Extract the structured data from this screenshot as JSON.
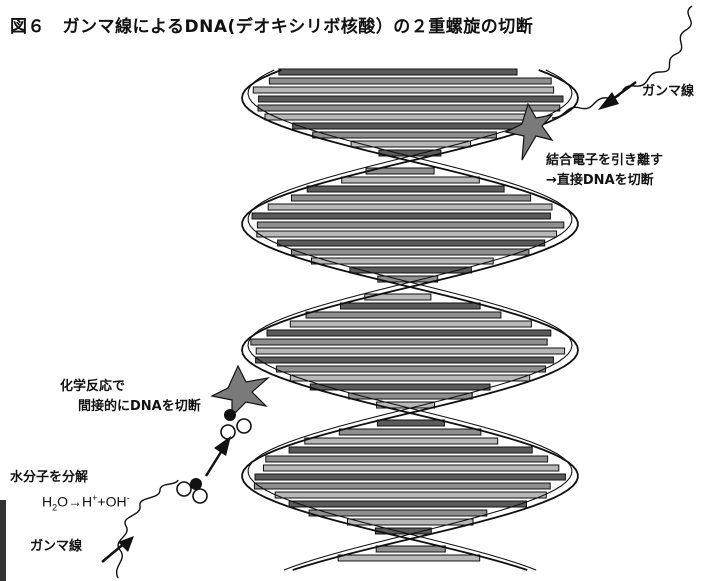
{
  "figure": {
    "title": "図６　ガンマ線によるDNA(デオキシリボ核酸）の２重螺旋の切断"
  },
  "labels": {
    "gamma_ray_top": "ガンマ線",
    "direct_line1": "結合電子を引き離す",
    "direct_line2": "→直接DNAを切断",
    "indirect_line1": "化学反応で",
    "indirect_line2": "間接的にDNAを切断",
    "water_line1": "水分子を分解",
    "water_formula": {
      "h2": "H",
      "sub2": "2",
      "o_arrow_h": "O→H",
      "plus": "+",
      "plus_oh": "+OH",
      "minus": "-"
    },
    "gamma_ray_bottom": "ガンマ線"
  },
  "colors": {
    "bar_dark": "#5a5a5a",
    "bar_mid": "#8f8f8f",
    "bar_light": "#b8b8b8",
    "star": "#7a7a7a",
    "stroke": "#111111"
  },
  "icons": [
    "wavy-gamma-ray-arrow",
    "impact-star",
    "water-molecule",
    "double-helix"
  ]
}
